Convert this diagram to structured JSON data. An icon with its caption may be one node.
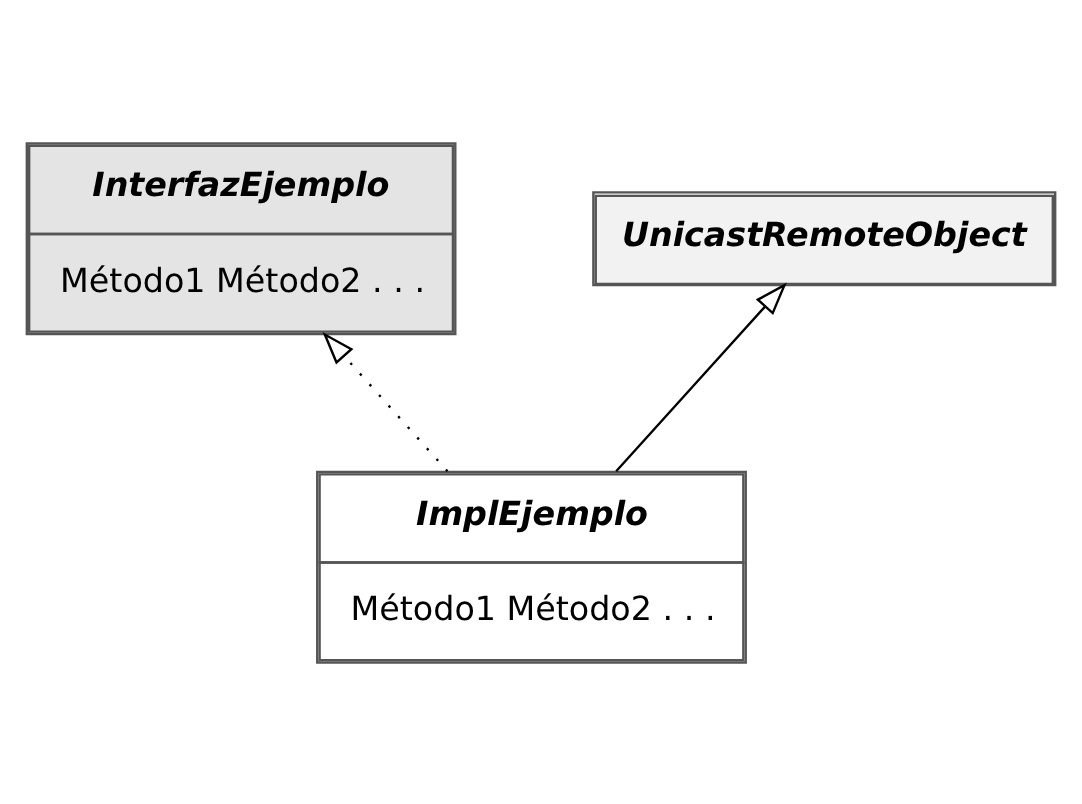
{
  "diagram": {
    "nodes": [
      {
        "text": [
          "InterfazEjemplo",
          "Método1 Método2 . . ."
        ]
      },
      {
        "text": [
          "UnicastRemoteObject"
        ]
      },
      {
        "text": [
          "ImplEjemplo",
          "Método1 Método2 . . ."
        ]
      }
    ],
    "edges": [
      {
        "from": 2,
        "to": 1,
        "arrow": "to"
      },
      {
        "from": 2,
        "to": 0,
        "arrow": "to",
        "style": "dashed"
      }
    ]
  }
}
